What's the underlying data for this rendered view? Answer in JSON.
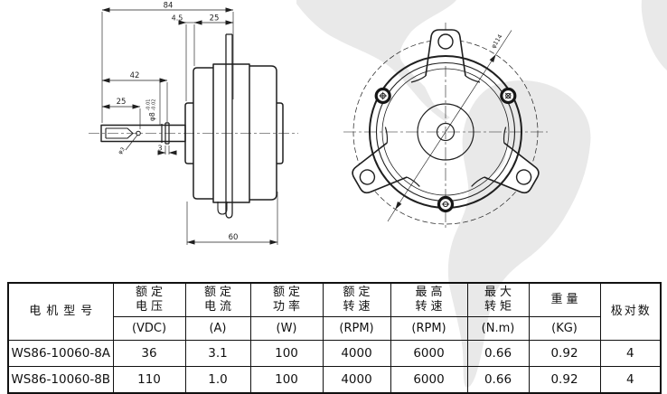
{
  "colors": {
    "line": "#1f1f1f",
    "watermark": "#e9e9e9",
    "table_border": "#111111"
  },
  "drawing": {
    "side_view": {
      "dim_overall_length": "84",
      "dim_boss_width": "4.5",
      "dim_rear_length": "25",
      "dim_shaft_assembly": "42",
      "dim_shaft_extension": "25",
      "dim_shaft_diameter": "φ8",
      "dim_shaft_tol_upper": "-0.01",
      "dim_shaft_tol_lower": "-0.02",
      "dim_cross_hole": "φ3",
      "dim_ring_offset": "3",
      "dim_body_length": "60"
    },
    "front_view": {
      "dim_outer_diameter": "φ114"
    }
  },
  "table": {
    "columns": [
      {
        "id": "model",
        "title_lines": [
          "电机型号"
        ],
        "unit": ""
      },
      {
        "id": "rated_voltage",
        "title_lines": [
          "额定",
          "电压"
        ],
        "unit": "(VDC)"
      },
      {
        "id": "rated_current",
        "title_lines": [
          "额定",
          "电流"
        ],
        "unit": "(A)"
      },
      {
        "id": "rated_power",
        "title_lines": [
          "额定",
          "功率"
        ],
        "unit": "(W)"
      },
      {
        "id": "rated_speed",
        "title_lines": [
          "额定",
          "转速"
        ],
        "unit": "(RPM)"
      },
      {
        "id": "max_speed",
        "title_lines": [
          "最高",
          "转速"
        ],
        "unit": "(RPM)"
      },
      {
        "id": "max_torque",
        "title_lines": [
          "最大",
          "转矩"
        ],
        "unit": "(N.m)"
      },
      {
        "id": "weight",
        "title_lines": [
          "重量"
        ],
        "unit": "(KG)"
      },
      {
        "id": "pole_pairs",
        "title_lines": [
          "极对数"
        ],
        "unit": ""
      }
    ],
    "rows": [
      [
        "WS86-10060-8A",
        "36",
        "3.1",
        "100",
        "4000",
        "6000",
        "0.66",
        "0.92",
        "4"
      ],
      [
        "WS86-10060-8B",
        "110",
        "1.0",
        "100",
        "4000",
        "6000",
        "0.66",
        "0.92",
        "4"
      ]
    ]
  }
}
